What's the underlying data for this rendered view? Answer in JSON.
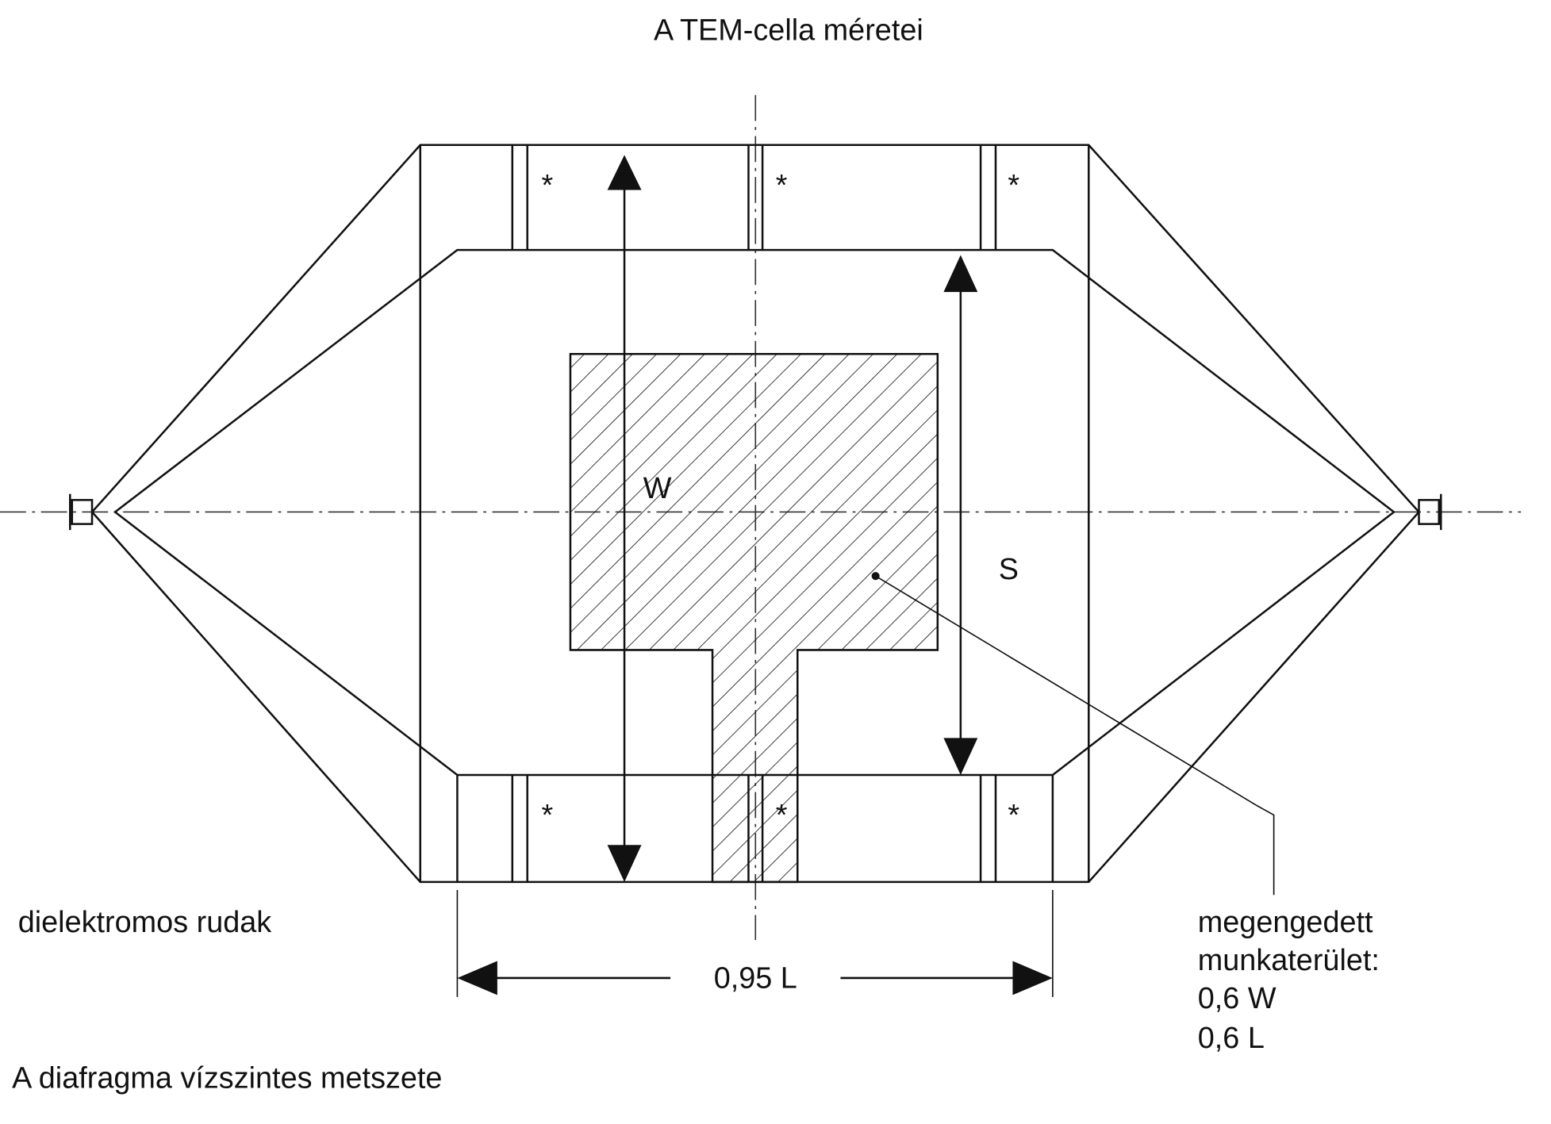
{
  "title": "A TEM-cella méretei",
  "labels": {
    "w": "W",
    "s": "S",
    "length_dim": "0,95 L",
    "dielectric_rods": "dielektromos rudak",
    "section_caption": "A diafragma vízszintes metszete",
    "work_area": [
      "megengedett",
      "munkaterület:",
      "0,6 W",
      "0,6 L"
    ],
    "asterisk": "*"
  }
}
